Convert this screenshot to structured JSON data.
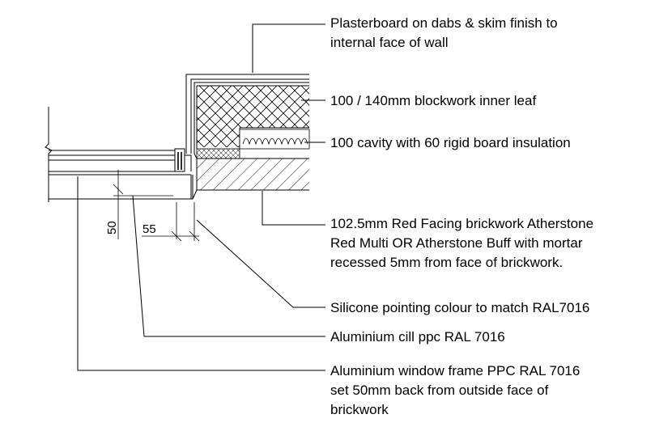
{
  "labels": {
    "plasterboard": [
      "Plasterboard on dabs & skim finish to",
      "internal face of wall"
    ],
    "blockwork": [
      "100 / 140mm blockwork inner leaf"
    ],
    "cavity": [
      "100 cavity with 60 rigid board insulation"
    ],
    "brickwork": [
      "102.5mm Red Facing brickwork Atherstone",
      "Red Multi OR Atherstone Buff with mortar",
      "recessed 5mm from face of brickwork."
    ],
    "silicone": [
      "Silicone pointing colour to match RAL7016"
    ],
    "cill": [
      "Aluminium cill ppc RAL 7016"
    ],
    "frame": [
      "Aluminium window frame PPC RAL 7016",
      "set 50mm back from outside face of",
      "brickwork"
    ]
  },
  "dimensions": {
    "vertical": "50",
    "horizontal": "55"
  }
}
